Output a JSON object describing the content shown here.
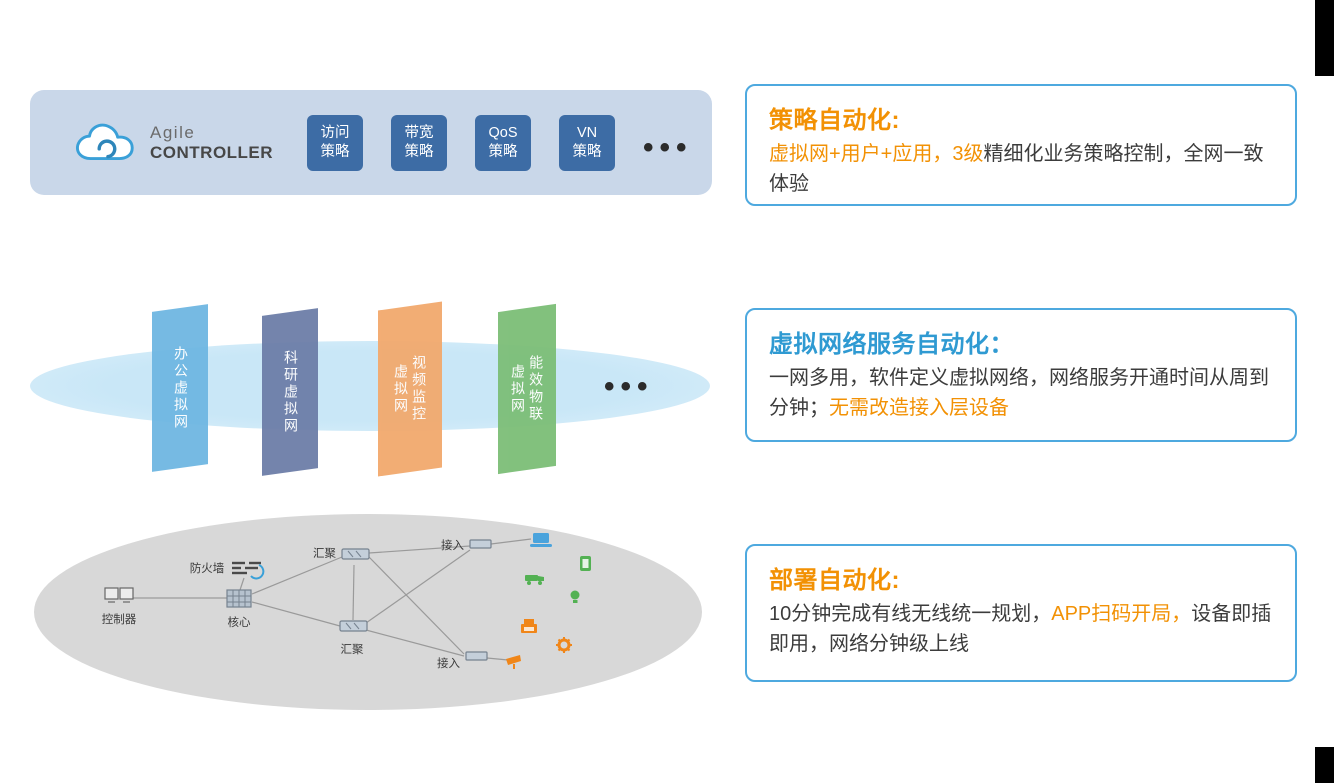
{
  "slide": {
    "background": "#ffffff"
  },
  "controller_bar": {
    "brand_line1": "Agile",
    "brand_line2": "CONTROLLER",
    "policies": [
      {
        "line1": "访问",
        "line2": "策略"
      },
      {
        "line1": "带宽",
        "line2": "策略"
      },
      {
        "line1": "QoS",
        "line2": "策略"
      },
      {
        "line1": "VN",
        "line2": "策略"
      }
    ],
    "ellipsis": "•••",
    "colors": {
      "bar_bg": "#c9d7e9",
      "button_bg": "#3d6ca5"
    }
  },
  "virtual_network_layer": {
    "ellipsis": "•••",
    "plane_color": "#cfe9f7",
    "panels": [
      {
        "line1": "办公虚拟网",
        "line2": "",
        "color": "#6fb7e2"
      },
      {
        "line1": "科研虚拟网",
        "line2": "",
        "color": "#6d7ea8"
      },
      {
        "line1": "视频监控",
        "line2": "虚拟网",
        "color": "#f2a96d"
      },
      {
        "line1": "能效物联",
        "line2": "虚拟网",
        "color": "#7cbe77"
      }
    ]
  },
  "topology": {
    "site_color": "#d8d8d8",
    "labels": {
      "firewall": "防火墙",
      "controller": "控制器",
      "core": "核心",
      "aggregation_top": "汇聚",
      "aggregation_bottom": "汇聚",
      "access_top": "接入",
      "access_bottom": "接入"
    },
    "device_icons": [
      "laptop-icon",
      "tablet-icon",
      "truck-icon",
      "bulb-icon",
      "printer-icon",
      "gear-icon",
      "cctv-camera-icon"
    ]
  },
  "callouts": [
    {
      "title": "策略自动化:",
      "body_segments": [
        {
          "text": "虚拟网+用户+应用，3级",
          "emphasis": true
        },
        {
          "text": "精细化业务策略控制，全网一致体验",
          "emphasis": false
        }
      ]
    },
    {
      "title": "虚拟网络服务自动化：",
      "body_segments": [
        {
          "text": "一网多用，软件定义虚拟网络，网络服务开通时间从周到分钟；",
          "emphasis": false
        },
        {
          "text": "无需改造接入层设备",
          "emphasis": true
        }
      ]
    },
    {
      "title": "部署自动化:",
      "body_segments": [
        {
          "text": "10分钟完成有线无线统一规划，",
          "emphasis": false
        },
        {
          "text": "APP扫码开局，",
          "emphasis": true
        },
        {
          "text": "设备即插即用，网络分钟级上线",
          "emphasis": false
        }
      ]
    }
  ],
  "colors": {
    "accent_orange": "#f29104",
    "accent_blue": "#2f9ad2",
    "callout_border": "#4ea9df"
  }
}
